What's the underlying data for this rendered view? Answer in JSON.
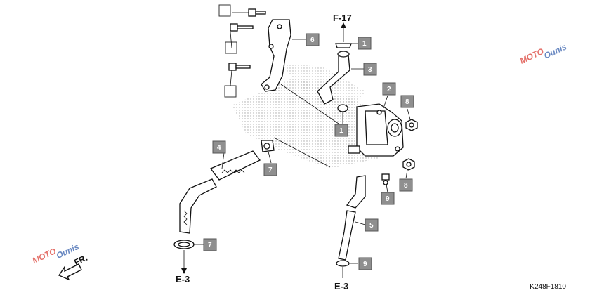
{
  "callouts": [
    "1",
    "1",
    "2",
    "3",
    "4",
    "5",
    "6",
    "7",
    "7",
    "8",
    "8",
    "9",
    "9"
  ],
  "references": {
    "f17": "F-17",
    "e3_left": "E-3",
    "e3_right": "E-3"
  },
  "direction_label": "FR.",
  "diagram_code": "K248F1810",
  "watermark": {
    "text": "MOTO",
    "sub": "Ounis",
    "colors": {
      "red": "#d9342b",
      "blue": "#2a57a8"
    }
  }
}
